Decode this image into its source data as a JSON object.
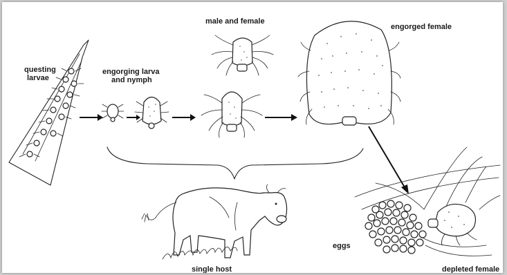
{
  "labels": {
    "questing_larvae_1": "questing",
    "questing_larvae_2": "larvae",
    "engorging_1": "engorging larva",
    "engorging_2": "and nymph",
    "male_female": "male and female",
    "engorged_female": "engorged female",
    "single_host": "single host",
    "eggs": "eggs",
    "depleted_female": "depleted female"
  },
  "colors": {
    "frame": "#cfcfcf",
    "panel": "#ffffff",
    "ink": "#222222"
  },
  "icons": [
    "tick-larva",
    "tick-nymph",
    "tick-adult",
    "engorged-tick",
    "cow",
    "egg-mass",
    "grass-blade"
  ]
}
